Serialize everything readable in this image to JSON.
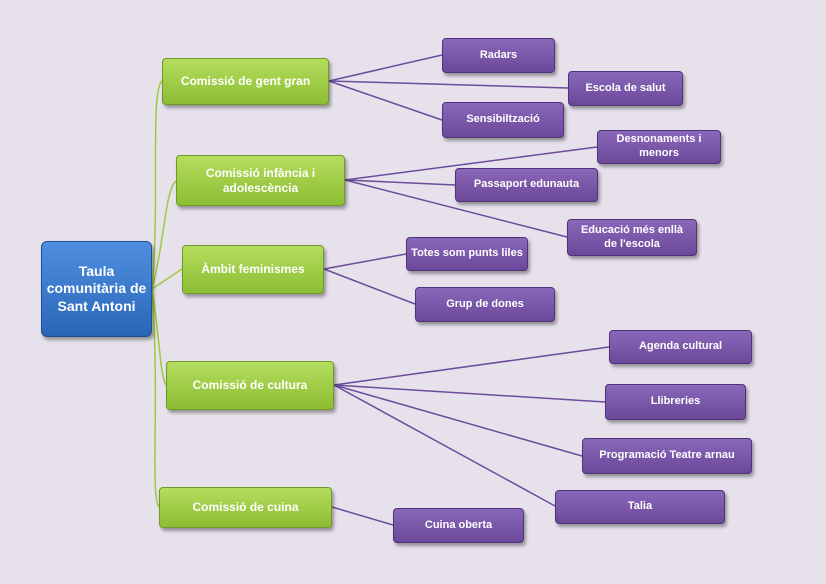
{
  "root": {
    "label": "Taula comunitària de Sant Antoni"
  },
  "branches": [
    {
      "label": "Comissió de gent gran",
      "items": [
        "Radars",
        "Escola de salut",
        "Sensibiltzació"
      ]
    },
    {
      "label": "Comissió infància i adolescència",
      "items": [
        "Desnonaments i menors",
        "Passaport edunauta",
        "Educació més enllà de l'escola"
      ]
    },
    {
      "label": "Àmbit feminismes",
      "items": [
        "Totes som punts liles",
        "Grup de dones"
      ]
    },
    {
      "label": "Comissió de cultura",
      "items": [
        "Agenda cultural",
        "Llibreries",
        "Programació Teatre arnau",
        "Talia"
      ]
    },
    {
      "label": "Comissió de cuina",
      "items": [
        "Cuina oberta"
      ]
    }
  ],
  "colors": {
    "background": "#e7e1ec",
    "root": "#2f6fc6",
    "branch": "#9bc93f",
    "leaf": "#7a56ab",
    "branch_line": "#9bc93f",
    "leaf_line": "#6a4c9a"
  }
}
